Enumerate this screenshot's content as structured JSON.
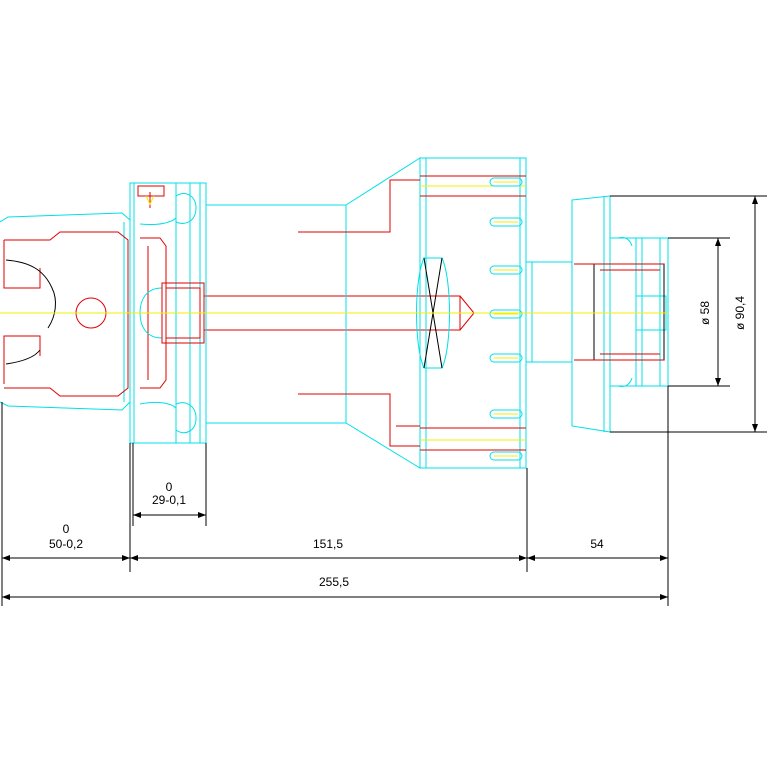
{
  "colors": {
    "background": "#ffffff",
    "outline": "#00e0e8",
    "hidden_parts": "#e00000",
    "center_line": "#f0f000",
    "dimension": "#000000",
    "marks": "#00c000"
  },
  "dimensions": {
    "tol_left_upper": "0",
    "tol_left_lower": "50-0,2",
    "tol_flange_upper": "0",
    "tol_flange_lower": "29-0,1",
    "length_body": "151,5",
    "length_nose": "54",
    "length_total": "255,5",
    "diameter_inner": "ø 58",
    "diameter_outer": "ø 90,4"
  }
}
